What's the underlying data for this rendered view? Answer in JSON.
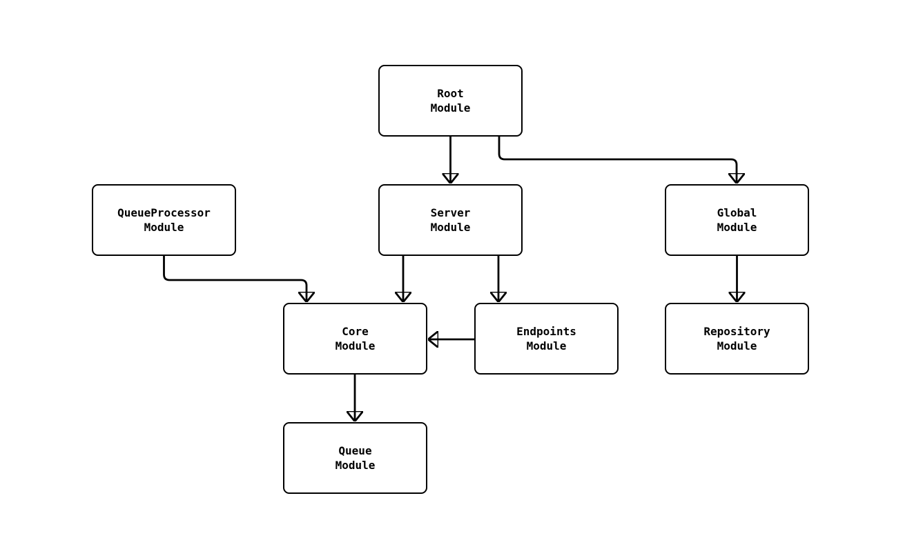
{
  "diagram": {
    "type": "module-dependency-flowchart",
    "background_color": "#ffffff",
    "node_fill_color": "#ffffff",
    "stroke_color": "#000000",
    "text_color": "#000000",
    "nodes": {
      "root": {
        "label": "Root\nModule"
      },
      "server": {
        "label": "Server\nModule"
      },
      "queueprocessor": {
        "label": "QueueProcessor\nModule"
      },
      "global": {
        "label": "Global\nModule"
      },
      "core": {
        "label": "Core\nModule"
      },
      "endpoints": {
        "label": "Endpoints\nModule"
      },
      "repository": {
        "label": "Repository\nModule"
      },
      "queue": {
        "label": "Queue\nModule"
      }
    },
    "edges": [
      {
        "from": "Root Module",
        "to": "Server Module"
      },
      {
        "from": "Root Module",
        "to": "Global Module"
      },
      {
        "from": "QueueProcessor Module",
        "to": "Core Module"
      },
      {
        "from": "Server Module",
        "to": "Core Module"
      },
      {
        "from": "Server Module",
        "to": "Endpoints Module"
      },
      {
        "from": "Endpoints Module",
        "to": "Core Module"
      },
      {
        "from": "Global Module",
        "to": "Repository Module"
      },
      {
        "from": "Core Module",
        "to": "Queue Module"
      }
    ]
  }
}
